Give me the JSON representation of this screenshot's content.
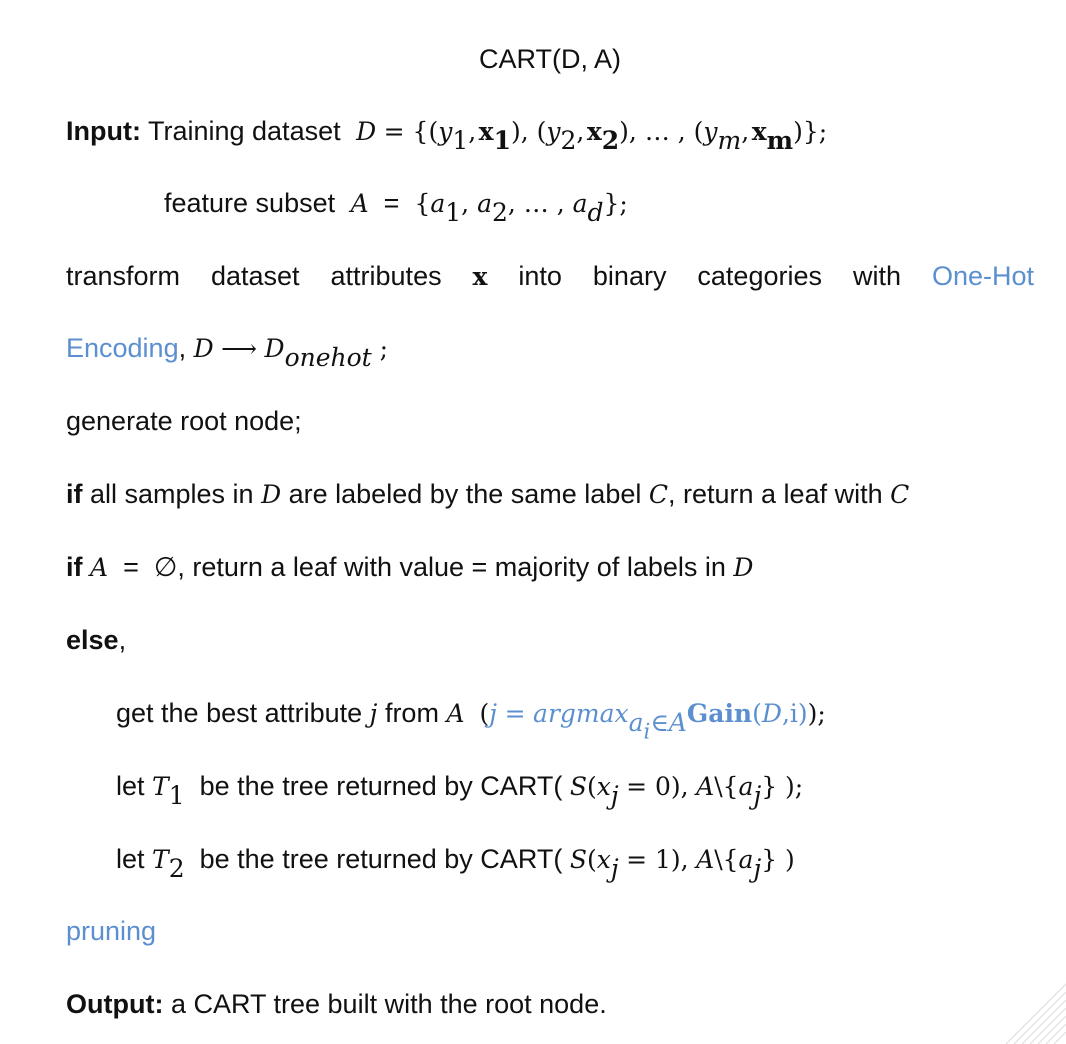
{
  "title": "CART(D, A)",
  "input": {
    "label": "Input:",
    "text": "Training dataset",
    "dataset_expr": "D = {(y₁, x₁), (y₂, x₂), … , (yₘ, xₘ)};",
    "feature_text": "feature subset",
    "feature_expr": "A = {a₁, a₂, … , a_d};"
  },
  "steps": {
    "transform_text": "transform dataset attributes x into binary categories with",
    "transform_link": "One-Hot Encoding",
    "transform_expr": "D ⟶ D_onehot;",
    "root_node": "generate root node;",
    "if1_keyword": "if",
    "if1_text": "all samples in D are labeled by the same label C, return a leaf with C",
    "if2_keyword": "if",
    "if2_text": "A = ∅, return a leaf with value = majority of labels in D",
    "else_keyword": "else",
    "best_attr": "get the best attribute j from A (j = argmax_{a_i∈A} Gain(D,i));",
    "let_t1": "let T₁ be the tree returned by CART( S(x_j = 0), A\\{a_j} );",
    "let_t2": "let T₂ be the tree returned by CART( S(x_j = 1), A\\{a_j} )",
    "pruning": "pruning"
  },
  "output": {
    "label": "Output:",
    "text": "a CART tree built with the root node."
  },
  "colors": {
    "accent": "#5b8fd0",
    "text": "#111111",
    "background": "#ffffff"
  }
}
